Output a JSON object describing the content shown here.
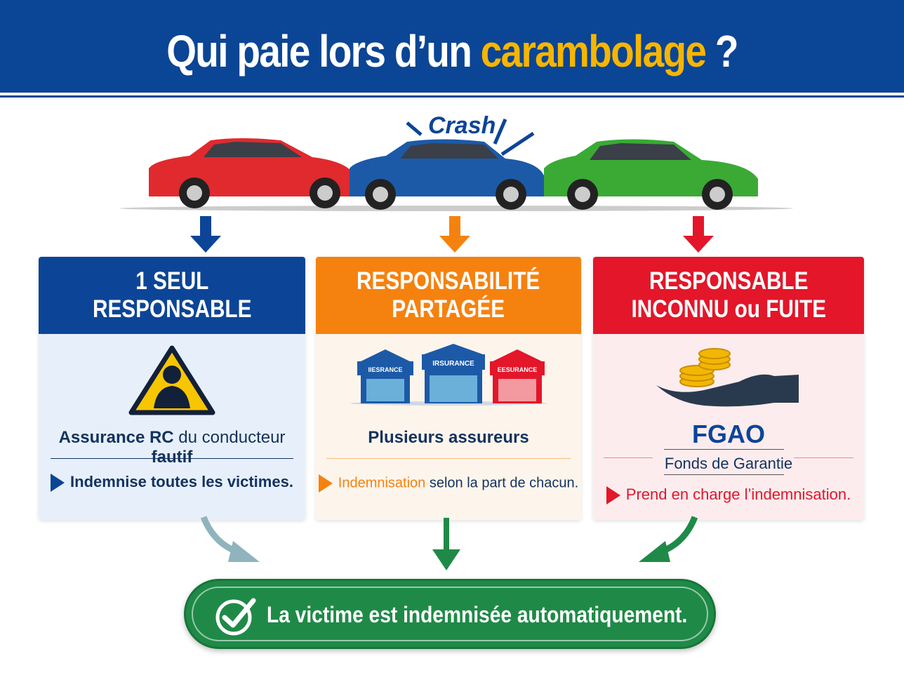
{
  "header": {
    "title_part1": "Qui paie lors d’un ",
    "title_highlight": "carambolage",
    "title_part2": " ?"
  },
  "scene": {
    "crash_label": "Crash"
  },
  "cards": [
    {
      "title_line1": "1 SEUL",
      "title_line2": "RESPONSABLE",
      "label_main": "Assurance RC",
      "label_rest": " du conducteur ",
      "label_end": "fautif",
      "note": "Indemnise toutes les victimes.",
      "color": "#0c4597"
    },
    {
      "title_line1": "RESPONSABILITÉ",
      "title_line2": "PARTAGÉE",
      "buildings": [
        "IIESRANCE",
        "IRSURANCE",
        "EESURANCE"
      ],
      "label_main": "Plusieurs assureurs",
      "note_highlight": "Indemnisation",
      "note_rest": " selon la part de chacun.",
      "color": "#f5820f"
    },
    {
      "title_line1": "RESPONSABLE",
      "title_line2": "INCONNU ou FUITE",
      "acronym": "FGAO",
      "subtitle": "Fonds de Garantie",
      "note": "Prend en charge l’indemnisation.",
      "color": "#e3162a"
    }
  ],
  "result": {
    "text": "La victime est indemnisée automatiquement.",
    "color": "#1f8a47"
  }
}
